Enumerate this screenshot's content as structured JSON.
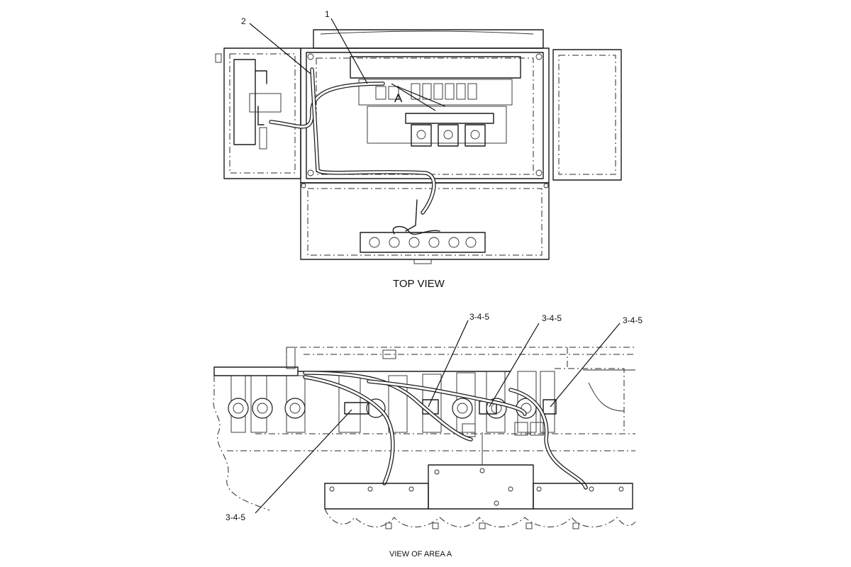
{
  "top_view": {
    "caption": "TOP VIEW",
    "callouts": {
      "item1": "1",
      "item2": "2",
      "area": "A"
    }
  },
  "detail_view": {
    "caption": "VIEW OF AREA  A",
    "callouts": [
      "3-4-5",
      "3-4-5",
      "3-4-5",
      "3-4-5"
    ]
  }
}
